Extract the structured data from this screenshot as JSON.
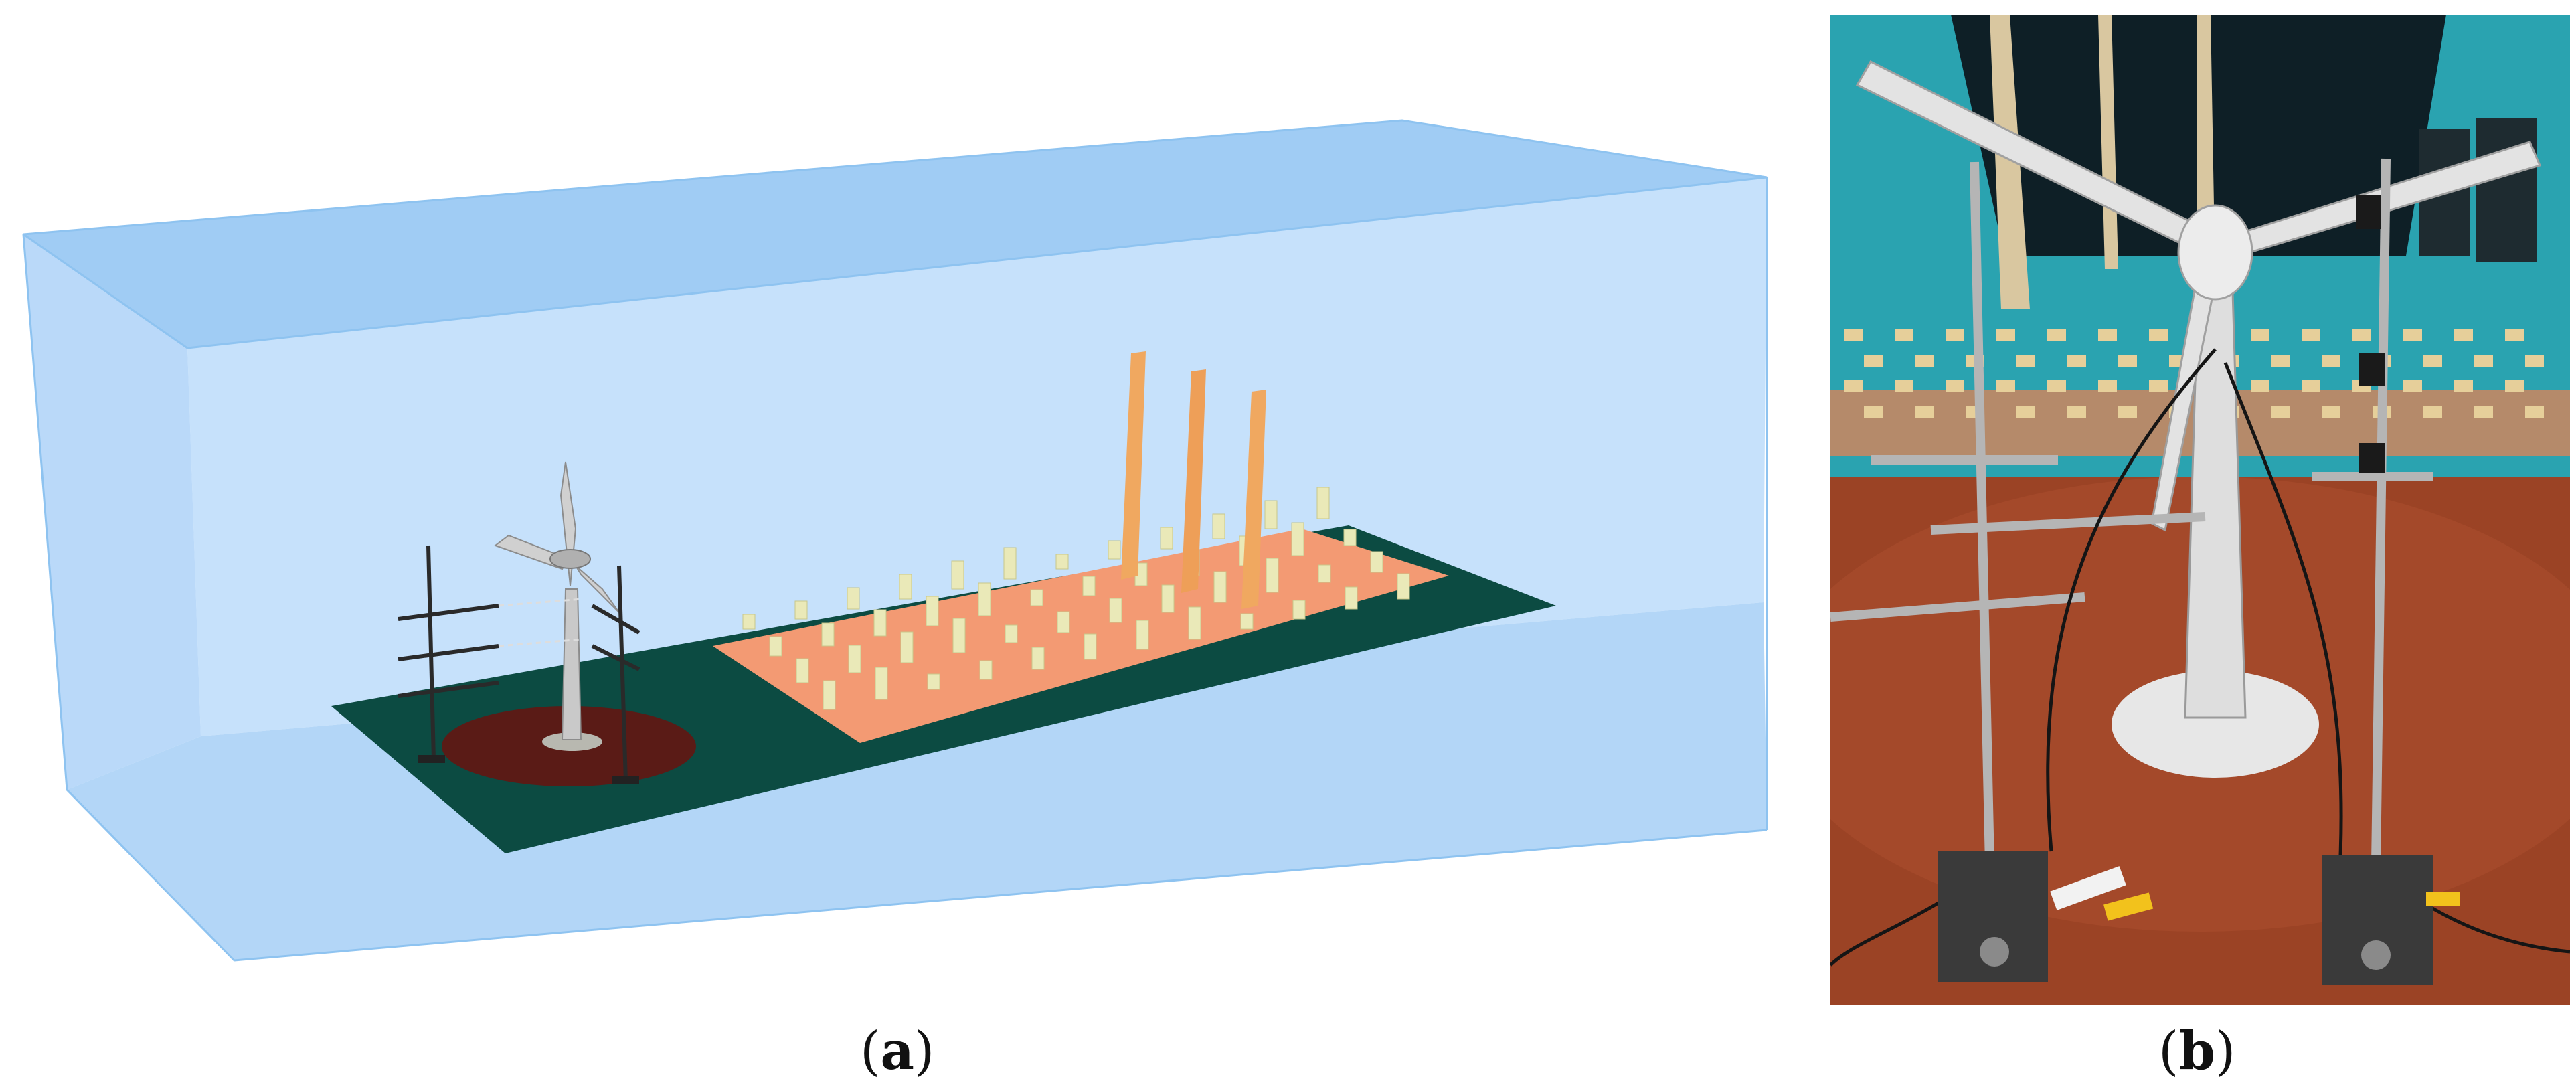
{
  "panels": [
    {
      "id": "a",
      "label_open": "(",
      "label_letter": "a",
      "label_close": ")"
    },
    {
      "id": "b",
      "label_open": "(",
      "label_letter": "b",
      "label_close": ")"
    }
  ],
  "colors": {
    "tunnel_fill": "#b9dcfb",
    "tunnel_edge": "#8ec3f0",
    "floor_green": "#0c4b42",
    "roughness_field": "#f39a73",
    "roughness_block": "#eae9b8",
    "tower_orange": "#f0a860",
    "turntable": "#5a1b16",
    "turbine_gray": "#c9c9c9",
    "photo_wall": "#2aa3b0",
    "photo_floor": "#9b4325"
  }
}
